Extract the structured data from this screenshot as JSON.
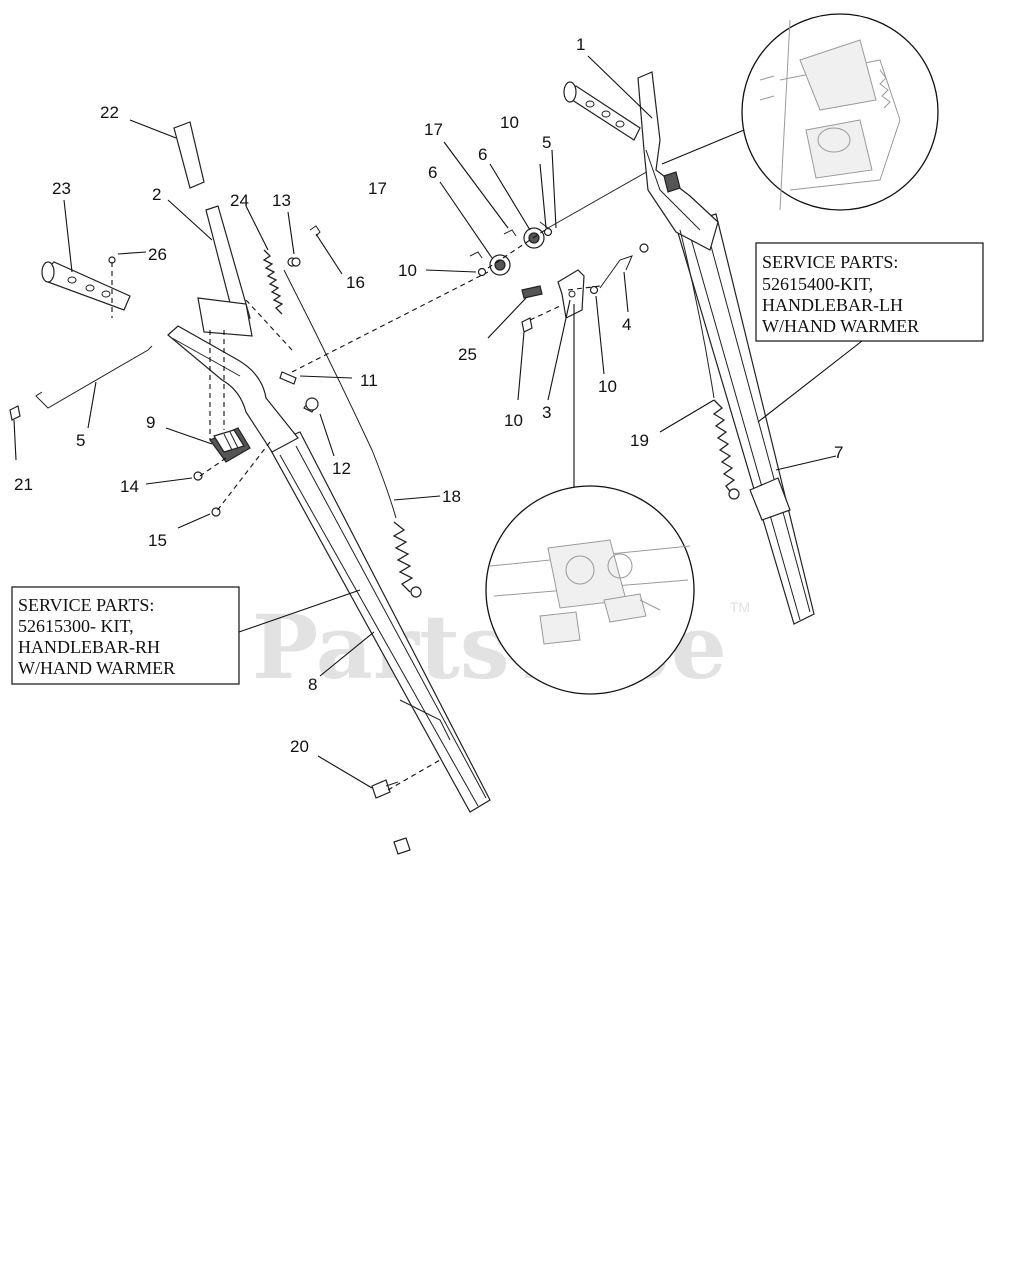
{
  "watermark": {
    "text": "PartsTree",
    "tm": "TM"
  },
  "service_boxes": {
    "lh": {
      "lines": [
        "SERVICE PARTS:",
        "52615400-KIT,",
        "HANDLEBAR-LH",
        "W/HAND WARMER"
      ]
    },
    "rh": {
      "lines": [
        "SERVICE PARTS:",
        "52615300- KIT,",
        "HANDLEBAR-RH",
        "W/HAND WARMER"
      ]
    }
  },
  "callouts": {
    "c1": "1",
    "c2": "2",
    "c3": "3",
    "c4": "4",
    "c5a": "5",
    "c5b": "5",
    "c6a": "6",
    "c6b": "6",
    "c7": "7",
    "c8": "8",
    "c9": "9",
    "c10a": "10",
    "c10b": "10",
    "c10c": "10",
    "c10d": "10",
    "c11": "11",
    "c12": "12",
    "c13": "13",
    "c14": "14",
    "c15": "15",
    "c16": "16",
    "c17a": "17",
    "c17b": "17",
    "c18": "18",
    "c19": "19",
    "c20": "20",
    "c21": "21",
    "c22": "22",
    "c23": "23",
    "c24": "24",
    "c25": "25",
    "c26": "26"
  }
}
